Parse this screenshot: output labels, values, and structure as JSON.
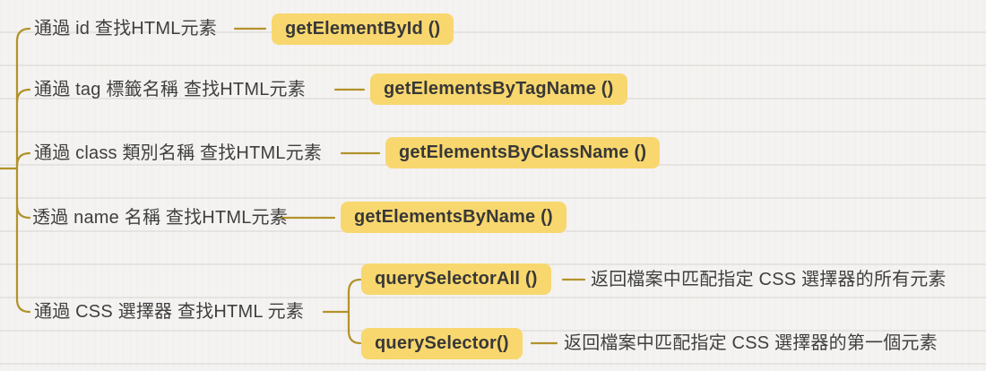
{
  "colors": {
    "background": "#f4f3f1",
    "paper_line": "rgba(110,100,80,0.10)",
    "line": "#b2922a",
    "node_bg": "#f8d76e",
    "text": "#3f3f3f",
    "code_text": "#383838"
  },
  "branches": [
    {
      "label": "通過 id 查找HTML元素",
      "method": "getElementById ()"
    },
    {
      "label": "通過 tag 標籤名稱 查找HTML元素",
      "method": "getElementsByTagName ()"
    },
    {
      "label": "通過 class 類別名稱 查找HTML元素",
      "method": "getElementsByClassName ()"
    },
    {
      "label": "透過 name 名稱 查找HTML元素",
      "method": "getElementsByName ()"
    },
    {
      "label": "通過 CSS 選擇器 查找HTML 元素",
      "children": [
        {
          "method": "querySelectorAll ()",
          "description": "返回檔案中匹配指定 CSS 選擇器的所有元素"
        },
        {
          "method": "querySelector()",
          "description": "返回檔案中匹配指定 CSS 選擇器的第一個元素"
        }
      ]
    }
  ]
}
